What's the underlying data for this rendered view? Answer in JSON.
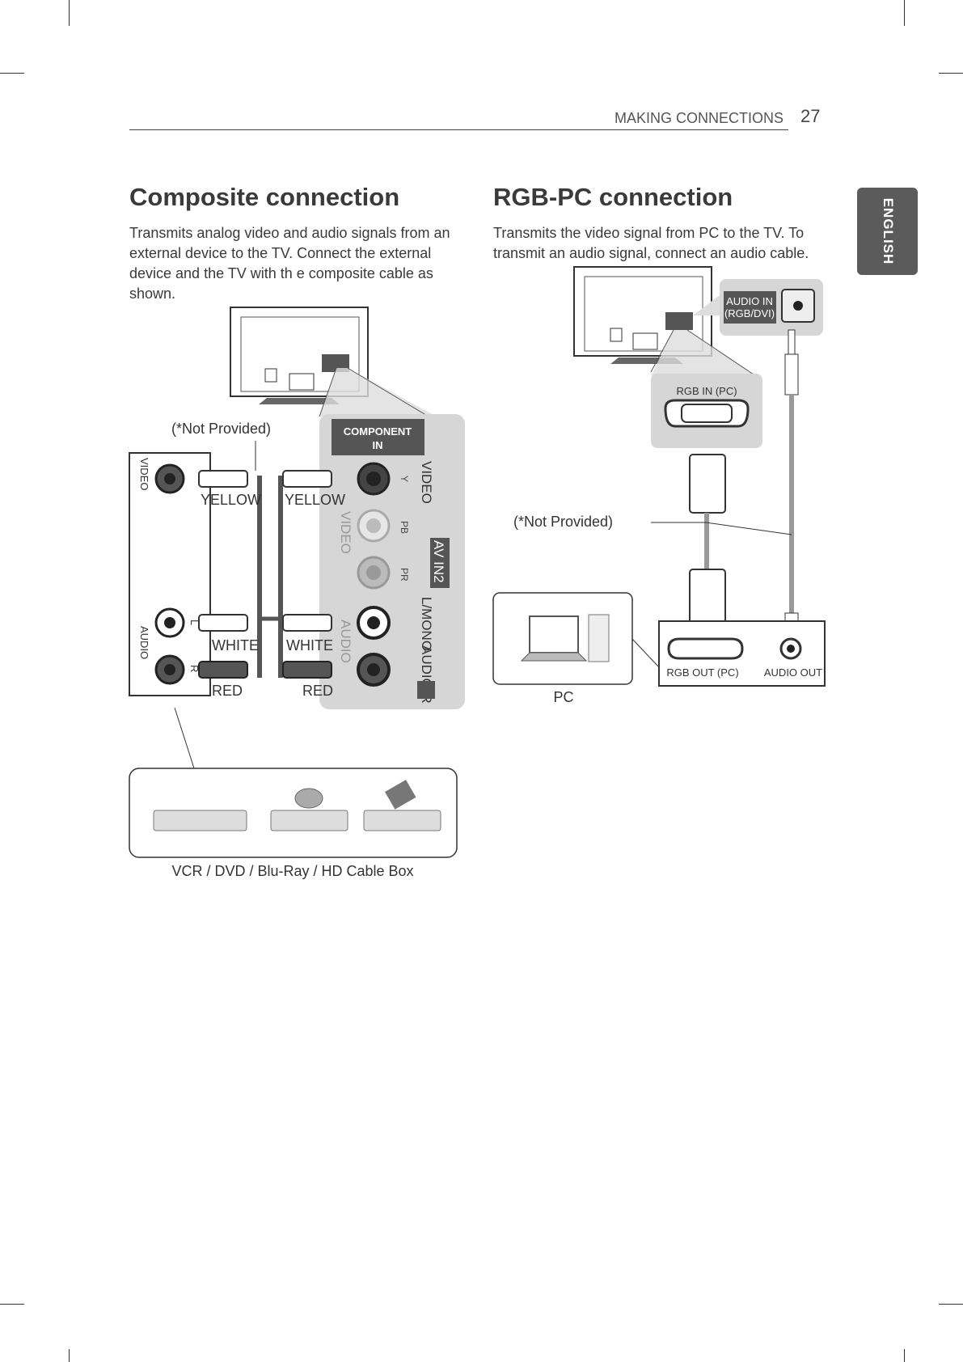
{
  "header": {
    "section": "MAKING CONNECTIONS",
    "page_number": "27"
  },
  "side_tab": {
    "label": "ENGLISH"
  },
  "composite": {
    "title": "Composite connection",
    "description": "Transmits analog video and audio signals from an external device to the TV. Connect the external device and the TV with th e composite cable as shown.",
    "not_provided": "(*Not Provided)",
    "component_in_1": "COMPONENT",
    "component_in_2": "IN",
    "jack_y": "Y",
    "jack_pb": "PB",
    "jack_pr": "PR",
    "video_label": "VIDEO",
    "video_label_gray": "VIDEO",
    "av_in": "AV IN2",
    "lmono": "L/MONO",
    "audio_r": "AUDIO-R",
    "audio_gray": "AUDIO",
    "l_letter": "L",
    "r_letter": "R",
    "device_video": "VIDEO",
    "device_audio": "AUDIO",
    "cable_yellow": "YELLOW",
    "cable_white": "WHITE",
    "cable_red": "RED",
    "devices_caption": "VCR / DVD / Blu-Ray / HD Cable Box"
  },
  "rgb": {
    "title": "RGB-PC connection",
    "description": "Transmits the video signal from PC to the TV. To transmit an audio signal, connect an audio cable.",
    "audio_in_1": "AUDIO IN",
    "audio_in_2": "(RGB/DVI)",
    "rgb_in": "RGB IN (PC)",
    "not_provided": "(*Not Provided)",
    "rgb_out": "RGB OUT (PC)",
    "audio_out": "AUDIO OUT",
    "pc_label": "PC"
  }
}
